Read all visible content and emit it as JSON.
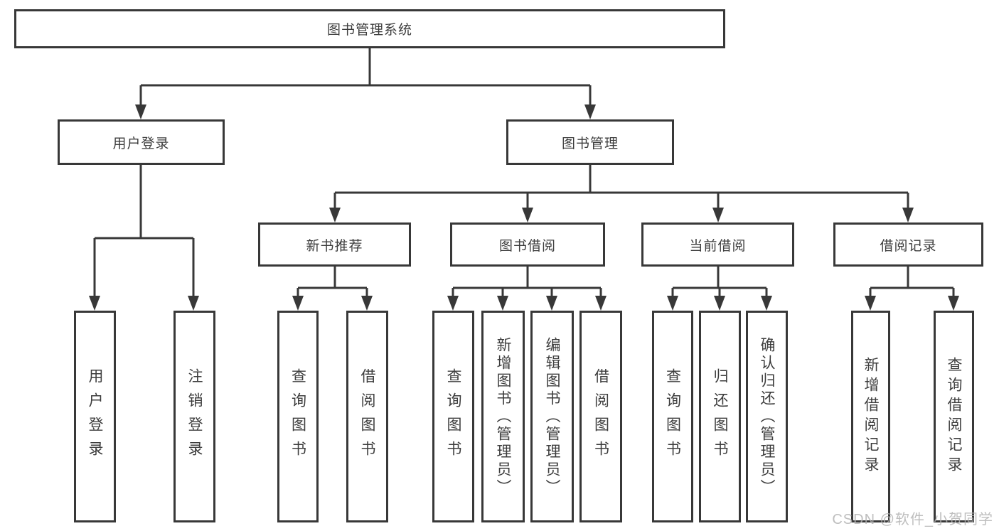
{
  "diagram": {
    "title": "图书管理系统",
    "type": "tree",
    "nodes": {
      "root": "图书管理系统",
      "user_login": "用户登录",
      "book_mgmt": "图书管理",
      "new_book_rec": "新书推荐",
      "book_borrow": "图书借阅",
      "current_borrow": "当前借阅",
      "borrow_record": "借阅记录",
      "leaf_user_login": "用户登录",
      "leaf_logout": "注销登录",
      "leaf_rec_query": "查询图书",
      "leaf_rec_borrow": "借阅图书",
      "leaf_bb_query": "查询图书",
      "leaf_bb_add": "新增图书（管理员）",
      "leaf_bb_edit": "编辑图书（管理员）",
      "leaf_bb_borrow": "借阅图书",
      "leaf_cb_query": "查询图书",
      "leaf_cb_return": "归还图书",
      "leaf_cb_confirm": "确认归还（管理员）",
      "leaf_br_add": "新增借阅记录",
      "leaf_br_query": "查询借阅记录"
    },
    "hierarchy": {
      "图书管理系统": {
        "用户登录": [
          "用户登录",
          "注销登录"
        ],
        "图书管理": {
          "新书推荐": [
            "查询图书",
            "借阅图书"
          ],
          "图书借阅": [
            "查询图书",
            "新增图书（管理员）",
            "编辑图书（管理员）",
            "借阅图书"
          ],
          "当前借阅": [
            "查询图书",
            "归还图书",
            "确认归还（管理员）"
          ],
          "借阅记录": [
            "新增借阅记录",
            "查询借阅记录"
          ]
        }
      }
    }
  },
  "watermark": "CSDN @软件_小贺同学",
  "colors": {
    "line": "#383838",
    "text": "#3d3d3d",
    "background": "#ffffff",
    "watermark": "#b3b3b3"
  }
}
